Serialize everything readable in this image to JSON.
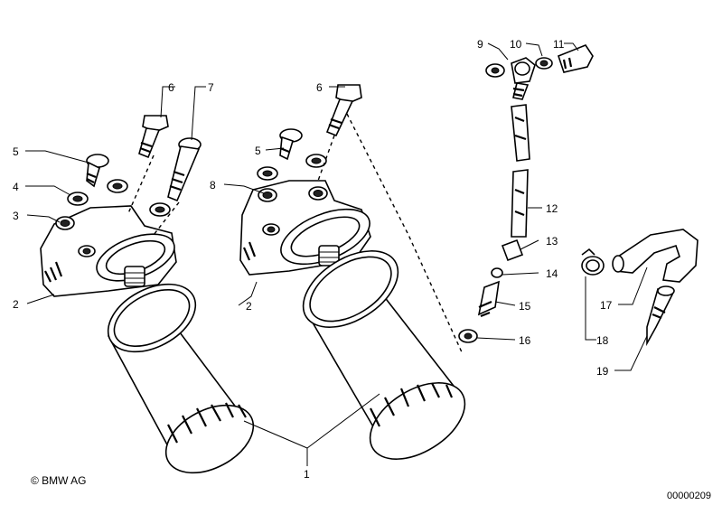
{
  "labels": {
    "l1": "1",
    "l2a": "2",
    "l2b": "2",
    "l3": "3",
    "l4": "4",
    "l5a": "5",
    "l5b": "5",
    "l6a": "6",
    "l6b": "6",
    "l7": "7",
    "l8": "8",
    "l9": "9",
    "l10": "10",
    "l11": "11",
    "l12": "12",
    "l13": "13",
    "l14": "14",
    "l15": "15",
    "l16": "16",
    "l17": "17",
    "l18": "18",
    "l19": "19"
  },
  "copyright": "© BMW AG",
  "doc_number": "00000209"
}
